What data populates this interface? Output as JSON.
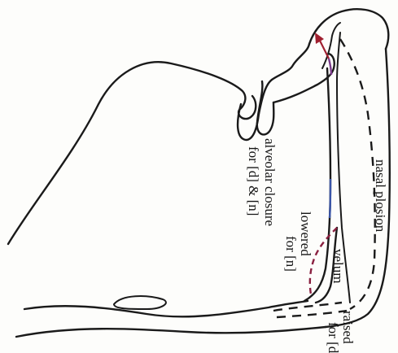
{
  "labels": {
    "nasal_plosion": "nasal plosion",
    "alveolar_closure_line1": "alveolar closure",
    "alveolar_closure_line2": "for [d] & [n]",
    "lowered_line1": "lowered",
    "lowered_line2": "for [n]",
    "velum": "velum",
    "raised_line1": "raised",
    "raised_line2": "for [d]"
  },
  "colors": {
    "outline": "#1a1a1a",
    "lowered_velum": "#8a2040",
    "highlight_blue": "#3a55a8",
    "highlight_purple": "#7a3a8a",
    "arrow": "#a02030"
  }
}
